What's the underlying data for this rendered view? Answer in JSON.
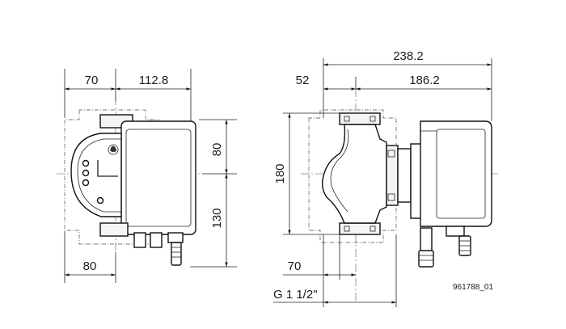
{
  "dimensions": {
    "front_width_left": "70",
    "front_width_right": "112.8",
    "front_height_top": "80",
    "front_height_bottom": "130",
    "front_base_width": "80",
    "side_total_width": "238.2",
    "side_flange_offset": "52",
    "side_motor_width": "186.2",
    "side_height": "180",
    "side_base_offset": "70",
    "thread_size": "G 1 1/2\""
  },
  "reference_code": "961788_01",
  "icons": {
    "logo": "fan-logo-icon"
  }
}
